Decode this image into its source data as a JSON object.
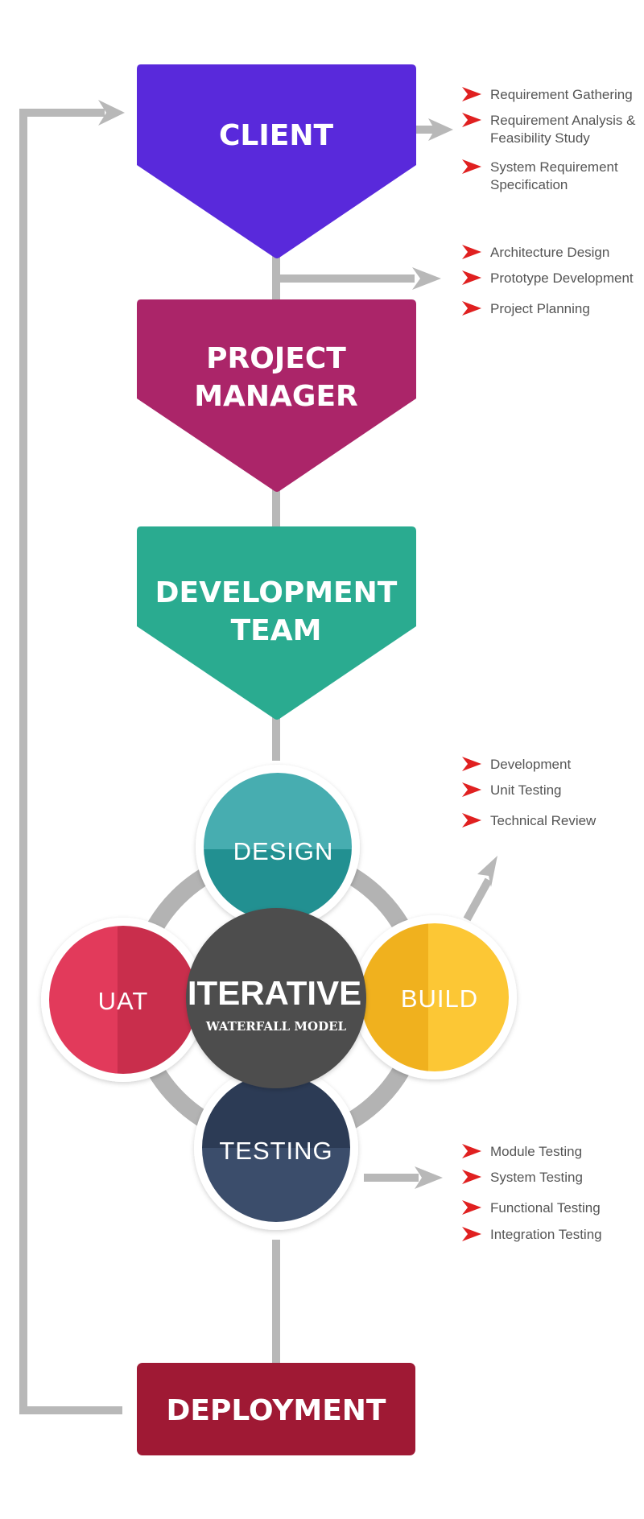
{
  "colors": {
    "client": "#5929db",
    "project_manager": "#ab2569",
    "development_team": "#2aab90",
    "deployment": "#9f1934",
    "design_top": "#47adb0",
    "design_bottom": "#229091",
    "uat_left": "#e23a5b",
    "uat_right": "#c92e4c",
    "build_left": "#f0b11e",
    "build_right": "#fcc735",
    "testing_top": "#2c3b55",
    "testing_bottom": "#3b4d6b",
    "center": "#4d4d4d",
    "connector": "#b8b8b8",
    "bullet": "#e02020"
  },
  "boxes": {
    "client": [
      "CLIENT"
    ],
    "project_manager": [
      "PROJECT",
      "MANAGER"
    ],
    "development_team": [
      "DEVELOPMENT",
      "TEAM"
    ],
    "deployment": [
      "DEPLOYMENT"
    ]
  },
  "cycle": {
    "center_title": "ITERATIVE",
    "center_subtitle": "WATERFALL MODEL",
    "design": "DESIGN",
    "uat": "UAT",
    "build": "BUILD",
    "testing": "TESTING"
  },
  "lists": {
    "client": [
      [
        "Requirement Gathering"
      ],
      [
        "Requirement Analysis &",
        "Feasibility Study"
      ],
      [
        "System Requirement",
        "Specification"
      ]
    ],
    "project_manager": [
      [
        "Architecture Design"
      ],
      [
        "Prototype Development"
      ],
      [
        "Project Planning"
      ]
    ],
    "build": [
      [
        "Development"
      ],
      [
        "Unit Testing"
      ],
      [
        "Technical Review"
      ]
    ],
    "testing": [
      [
        "Module Testing"
      ],
      [
        "System Testing"
      ],
      [
        "Functional Testing"
      ],
      [
        "Integration Testing"
      ]
    ]
  },
  "icons": {
    "bullet": "red-arrow-icon",
    "connector_head": "gray-arrowhead-icon"
  }
}
